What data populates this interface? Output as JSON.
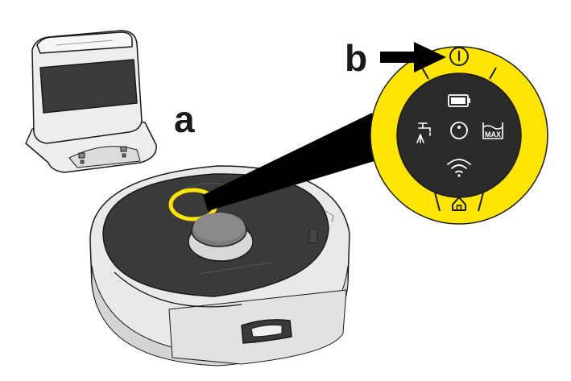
{
  "labels": {
    "a": "a",
    "b": "b"
  },
  "panel": {
    "max_label": "MAX"
  },
  "icons": [
    "power-icon",
    "battery-icon",
    "water-tap-icon",
    "clean-mode-icon",
    "max-suction-icon",
    "wifi-icon",
    "home-icon"
  ],
  "colors": {
    "accent_yellow": "#ffe500",
    "panel_dark": "#2b2b2b",
    "robot_top": "#3a3a3a",
    "robot_body": "#e9e9e9",
    "outline": "#1a1a1a"
  }
}
